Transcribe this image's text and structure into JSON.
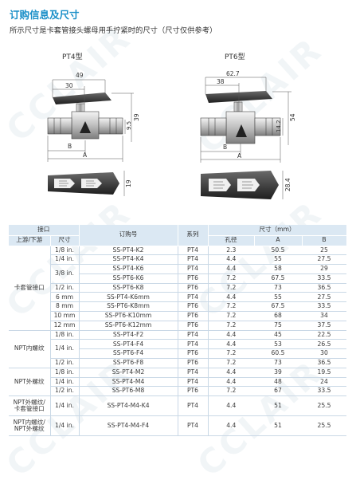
{
  "header": {
    "title": "订购信息及尺寸",
    "subtitle": "所示尺寸是卡套管接头螺母用手拧紧时的尺寸（尺寸仅供参考）"
  },
  "watermark": "CCLAIR",
  "drawings": {
    "pt4": {
      "label": "PT4型",
      "dim_49": "49",
      "dim_30": "30",
      "dim_9_5": "9.5",
      "dim_39": "39",
      "dim_B": "B",
      "dim_A": "A",
      "dim_19": "19"
    },
    "pt6": {
      "label": "PT6型",
      "dim_62_7": "62.7",
      "dim_38": "38",
      "dim_14_2": "14.2",
      "dim_54": "54",
      "dim_B": "B",
      "dim_A": "A",
      "dim_28_4": "28.4"
    }
  },
  "table": {
    "headers": {
      "connection": "接口",
      "ordering": "订购号",
      "series": "系列",
      "dims": "尺寸（mm）",
      "up_down": "上游/下游",
      "size": "尺寸",
      "bore": "孔径",
      "a": "A",
      "b": "B"
    },
    "groups": [
      {
        "name": "卡套管接口",
        "rows": [
          {
            "size": "1/8 in.",
            "order": "SS-PT4-K2",
            "series": "PT4",
            "bore": "2.3",
            "a": "50.5",
            "b": "25"
          },
          {
            "size": "1/4 in.",
            "order": "SS-PT4-K4",
            "series": "PT4",
            "bore": "4.4",
            "a": "55",
            "b": "27.5"
          },
          {
            "size": "3/8 in.",
            "order": "SS-PT4-K6",
            "series": "PT4",
            "bore": "4.4",
            "a": "58",
            "b": "29"
          },
          {
            "size": "",
            "order": "SS-PT6-K6",
            "series": "PT6",
            "bore": "7.2",
            "a": "67.5",
            "b": "33.5"
          },
          {
            "size": "1/2 in.",
            "order": "SS-PT6-K8",
            "series": "PT6",
            "bore": "7.2",
            "a": "73",
            "b": "36.5"
          },
          {
            "size": "6 mm",
            "order": "SS-PT4-K6mm",
            "series": "PT4",
            "bore": "4.4",
            "a": "55",
            "b": "27.5"
          },
          {
            "size": "8 mm",
            "order": "SS-PT6-K8mm",
            "series": "PT6",
            "bore": "7.2",
            "a": "67.5",
            "b": "33.5"
          },
          {
            "size": "10 mm",
            "order": "SS-PT6-K10mm",
            "series": "PT6",
            "bore": "7.2",
            "a": "68",
            "b": "34"
          },
          {
            "size": "12 mm",
            "order": "SS-PT6-K12mm",
            "series": "PT6",
            "bore": "7.2",
            "a": "75",
            "b": "37.5"
          }
        ]
      },
      {
        "name": "NPT内螺纹",
        "rows": [
          {
            "size": "1/8 in.",
            "order": "SS-PT4-F2",
            "series": "PT4",
            "bore": "4.4",
            "a": "45",
            "b": "22.5"
          },
          {
            "size": "1/4 in.",
            "order": "SS-PT4-F4",
            "series": "PT4",
            "bore": "4.4",
            "a": "53",
            "b": "26.5"
          },
          {
            "size": "",
            "order": "SS-PT6-F4",
            "series": "PT6",
            "bore": "7.2",
            "a": "60.5",
            "b": "30"
          },
          {
            "size": "1/2 in.",
            "order": "SS-PT6-F8",
            "series": "PT6",
            "bore": "7.2",
            "a": "73",
            "b": "36.5"
          }
        ]
      },
      {
        "name": "NPT外螺纹",
        "rows": [
          {
            "size": "1/8 in.",
            "order": "SS-PT4-M2",
            "series": "PT4",
            "bore": "4.4",
            "a": "39",
            "b": "19.5"
          },
          {
            "size": "1/4 in.",
            "order": "SS-PT4-M4",
            "series": "PT4",
            "bore": "4.4",
            "a": "48",
            "b": "24"
          },
          {
            "size": "1/2 in.",
            "order": "SS-PT6-M8",
            "series": "PT6",
            "bore": "7.2",
            "a": "67",
            "b": "33.5"
          }
        ]
      },
      {
        "name": "NPT外螺纹/ 卡套管接口",
        "name_line1": "NPT外螺纹/",
        "name_line2": "卡套管接口",
        "rows": [
          {
            "size": "1/4 in.",
            "order": "SS-PT4-M4-K4",
            "series": "PT4",
            "bore": "4.4",
            "a": "51",
            "b": "25.5"
          }
        ]
      },
      {
        "name": "NPT内螺纹/ NPT外螺纹",
        "name_line1": "NPT内螺纹/",
        "name_line2": "NPT外螺纹",
        "rows": [
          {
            "size": "1/4 in.",
            "order": "SS-PT4-M4-F4",
            "series": "PT4",
            "bore": "4.4",
            "a": "51",
            "b": "25.5"
          }
        ]
      }
    ]
  }
}
